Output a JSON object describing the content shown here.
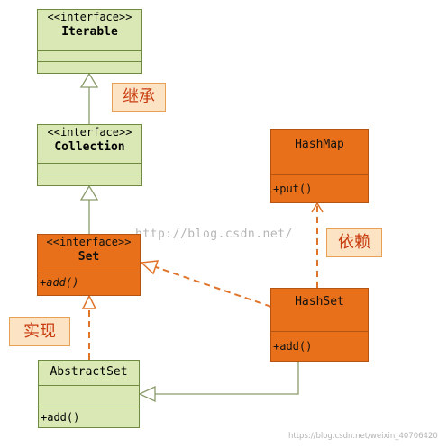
{
  "classes": {
    "iterable": {
      "stereotype": "<<interface>>",
      "name": "Iterable"
    },
    "collection": {
      "stereotype": "<<interface>>",
      "name": "Collection"
    },
    "set": {
      "stereotype": "<<interface>>",
      "name": "Set",
      "method": "+add()"
    },
    "hashmap": {
      "name": "HashMap",
      "method": "+put()"
    },
    "hashset": {
      "name": "HashSet",
      "method": "+add()"
    },
    "abstractset": {
      "name": "AbstractSet",
      "method": "+add()"
    }
  },
  "notes": {
    "inheritance": "继承",
    "dependency": "依赖",
    "realization": "实现"
  },
  "watermark": {
    "main": "http://blog.csdn.net/",
    "corner": "https://blog.csdn.net/weixin_40706420"
  },
  "colors": {
    "interface_fill": "#d9e8b5",
    "highlight_fill": "#e8701a",
    "note_fill": "#fbe3c4",
    "note_text": "#c83c10",
    "connector_line": "#e0742a",
    "generalization_line": "#8a9a6a"
  }
}
